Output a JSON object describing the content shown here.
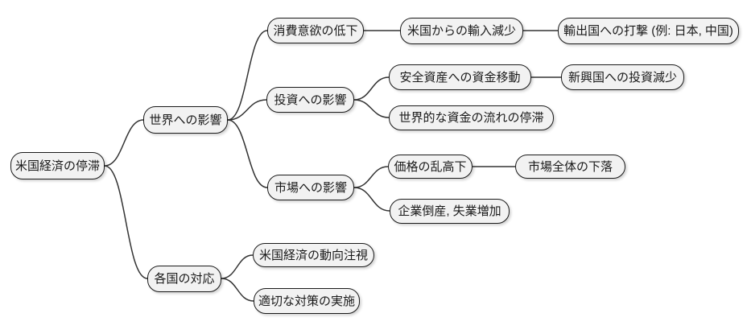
{
  "colors": {
    "background": "#ffffff",
    "node_fill": "#f2f2f2",
    "node_border": "#1a1a1a",
    "edge": "#333333",
    "text": "#1a1a1a"
  },
  "mindmap": {
    "root": {
      "label": "米国経済の停滞",
      "children": [
        {
          "label": "世界への影響",
          "children": [
            {
              "label": "消費意欲の低下",
              "children": [
                {
                  "label": "米国からの輸入減少",
                  "children": [
                    {
                      "label": "輸出国への打撃 (例: 日本, 中国)",
                      "children": []
                    }
                  ]
                }
              ]
            },
            {
              "label": "投資への影響",
              "children": [
                {
                  "label": "安全資産への資金移動",
                  "children": [
                    {
                      "label": "新興国への投資減少",
                      "children": []
                    }
                  ]
                },
                {
                  "label": "世界的な資金の流れの停滞",
                  "children": []
                }
              ]
            },
            {
              "label": "市場への影響",
              "children": [
                {
                  "label": "価格の乱高下",
                  "children": [
                    {
                      "label": "市場全体の下落",
                      "children": []
                    }
                  ]
                },
                {
                  "label": "企業倒産, 失業増加",
                  "children": []
                }
              ]
            }
          ]
        },
        {
          "label": "各国の対応",
          "children": [
            {
              "label": "米国経済の動向注視",
              "children": []
            },
            {
              "label": "適切な対策の実施",
              "children": []
            }
          ]
        }
      ]
    }
  }
}
